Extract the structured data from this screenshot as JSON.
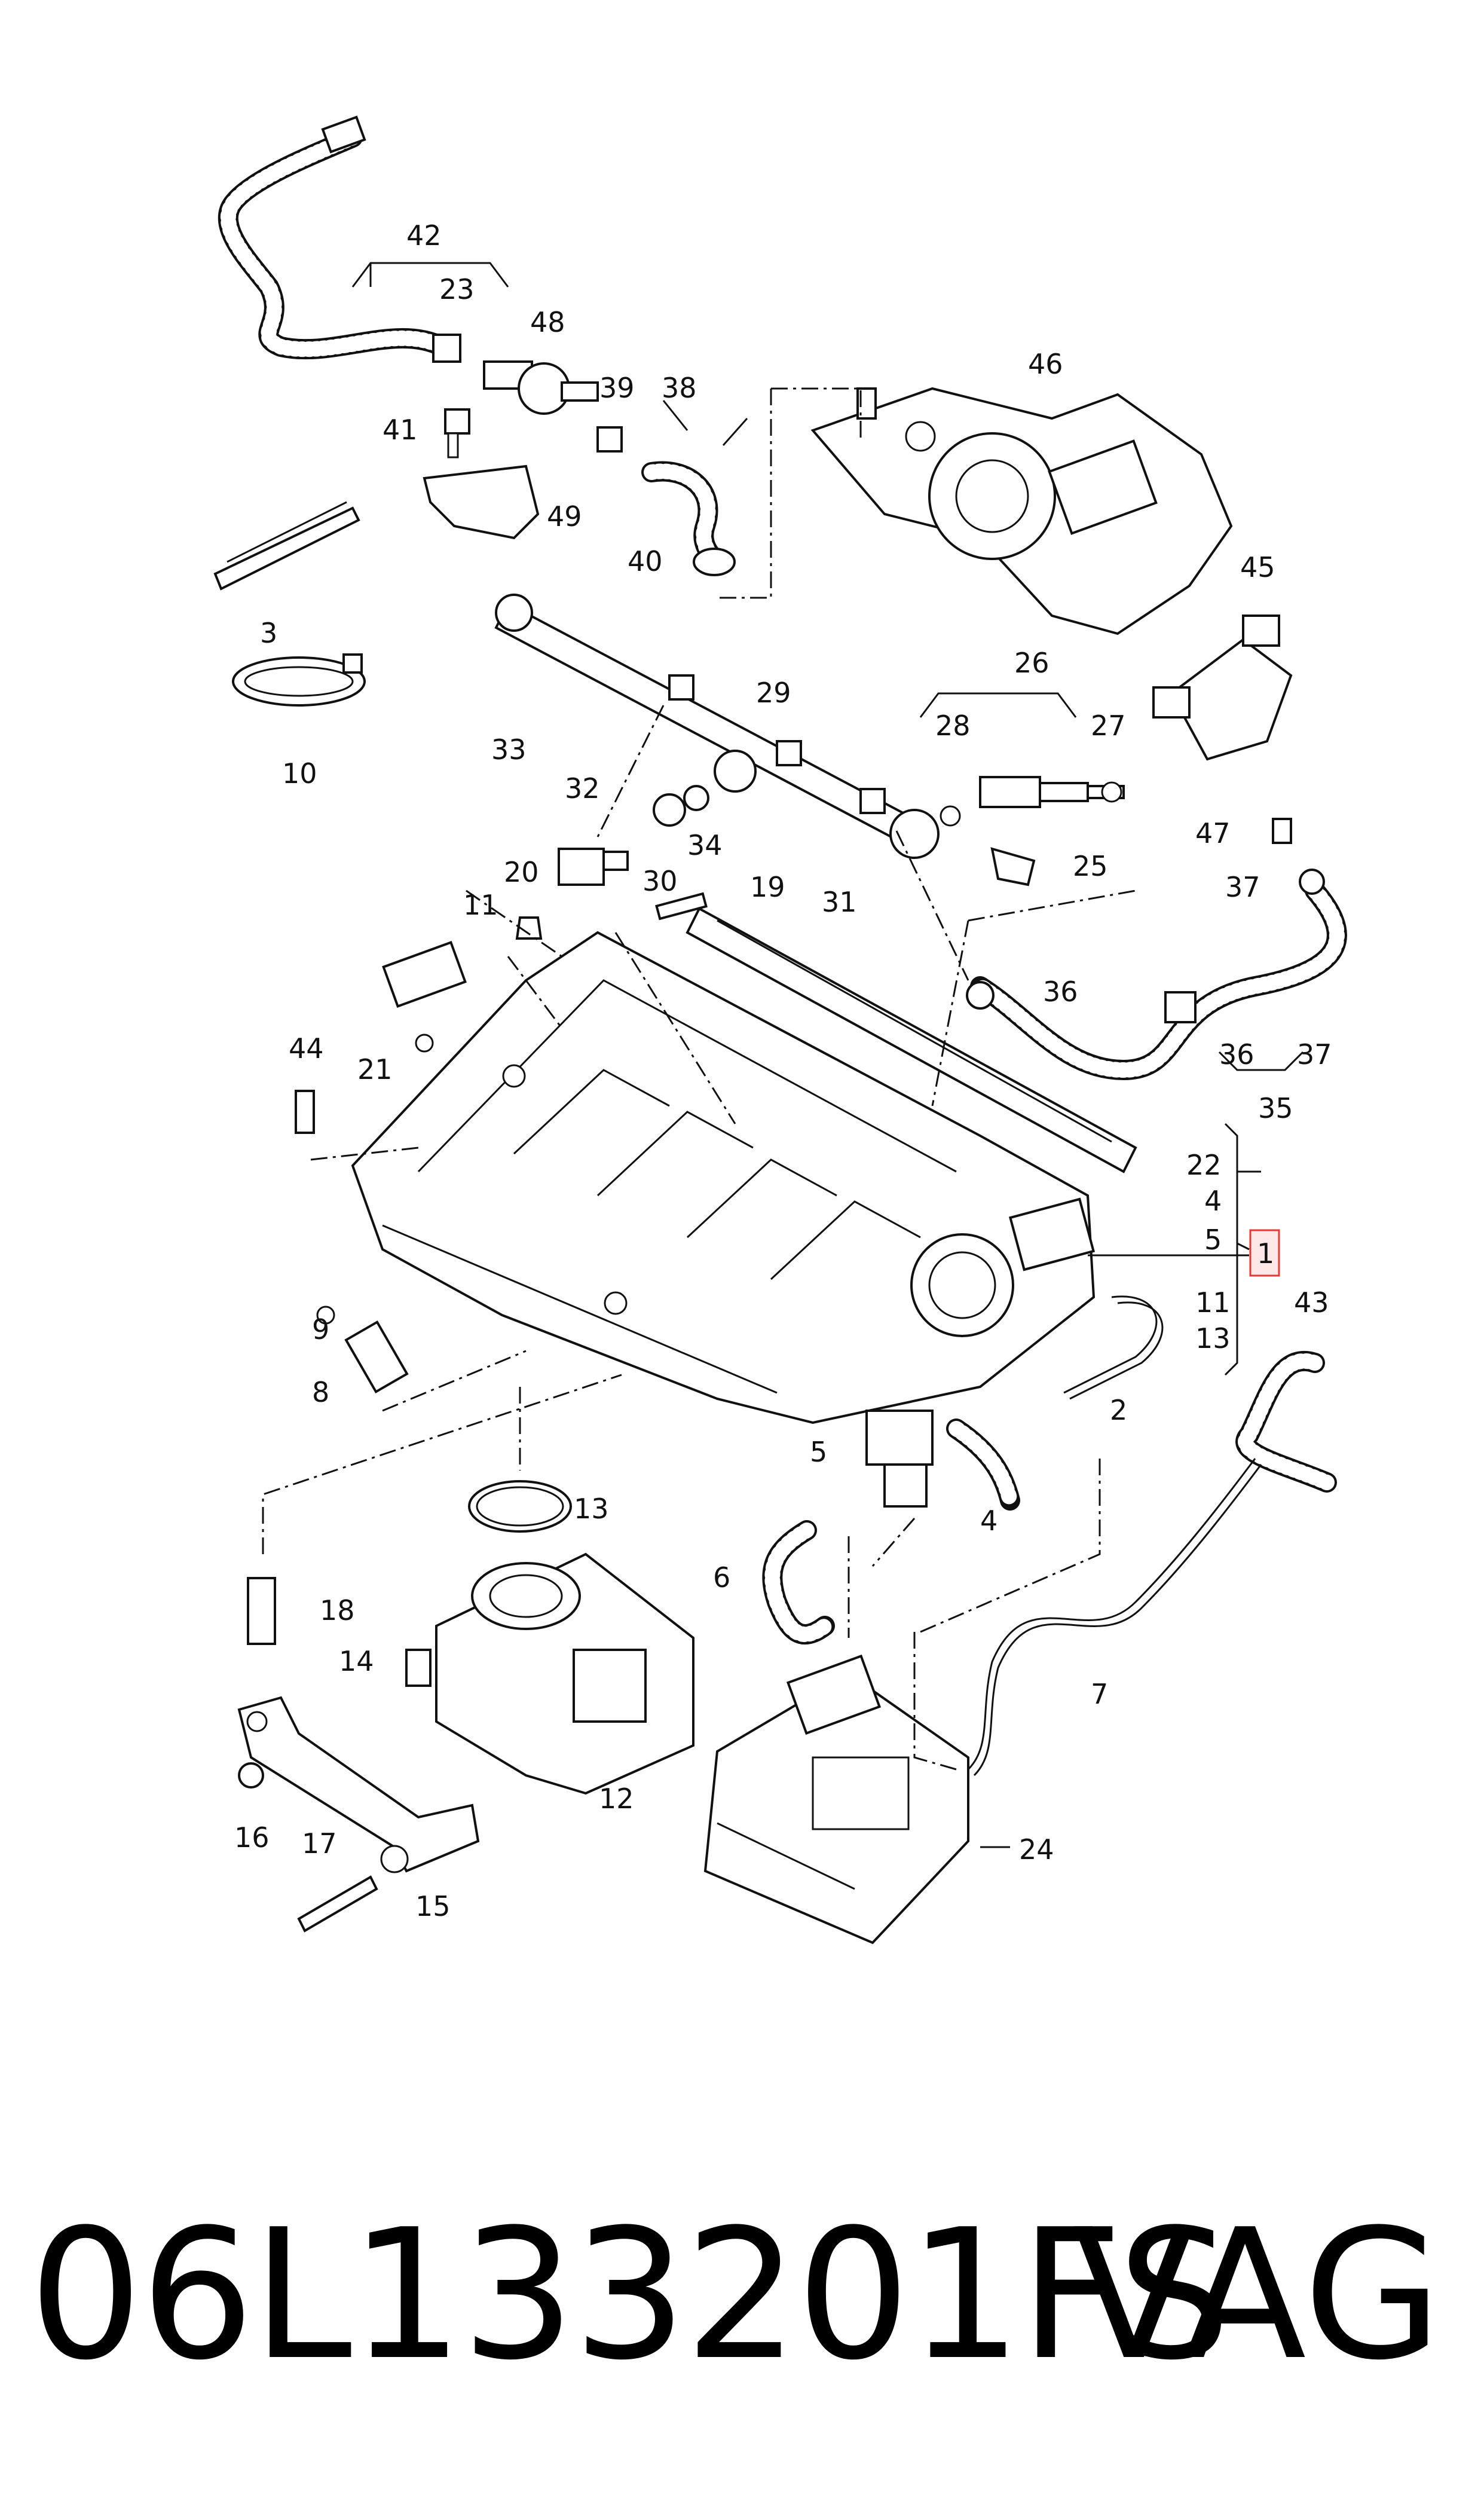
{
  "diagram": {
    "callouts": [
      "42",
      "23",
      "48",
      "39",
      "38",
      "41",
      "49",
      "3",
      "40",
      "46",
      "10",
      "33",
      "29",
      "26",
      "45",
      "28",
      "27",
      "32",
      "34",
      "47",
      "25",
      "20",
      "30",
      "31",
      "19",
      "37",
      "11",
      "36",
      "44",
      "21",
      "36",
      "37",
      "35",
      "22",
      "4",
      "5",
      "1",
      "11",
      "13",
      "9",
      "43",
      "8",
      "2",
      "5",
      "13",
      "4",
      "18",
      "6",
      "14",
      "12",
      "7",
      "16",
      "17",
      "15",
      "24"
    ],
    "highlight_color": "#e53935",
    "highlight_fill": "#fde7e7"
  },
  "footer": {
    "part_number": "06L133201FS",
    "brand": "VAG"
  }
}
